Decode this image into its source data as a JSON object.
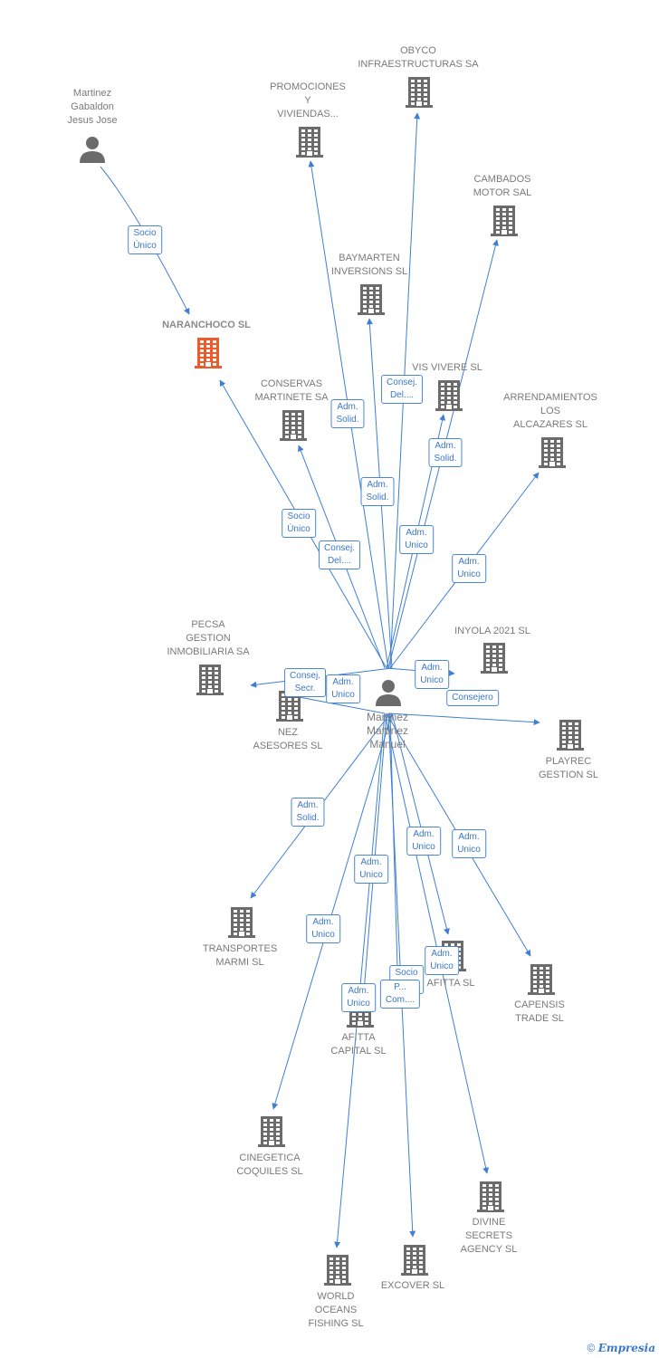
{
  "center": {
    "label": "Martinez\nMartinez\nManuel"
  },
  "nodes": [
    {
      "id": "martinez-gabaldon",
      "kind": "person",
      "label": "Martinez\nGabaldon\nJesus Jose"
    },
    {
      "id": "naranchoco",
      "kind": "focus",
      "label": "NARANCHOCO SL"
    },
    {
      "id": "promociones",
      "kind": "company",
      "label": "PROMOCIONES\nY\nVIVIENDAS..."
    },
    {
      "id": "obyco",
      "kind": "company",
      "label": "OBYCO\nINFRAESTRUCTURAS SA"
    },
    {
      "id": "cambados",
      "kind": "company",
      "label": "CAMBADOS\nMOTOR SAL"
    },
    {
      "id": "baymarten",
      "kind": "company",
      "label": "BAYMARTEN\nINVERSIONS SL"
    },
    {
      "id": "conservas",
      "kind": "company",
      "label": "CONSERVAS\nMARTINETE SA"
    },
    {
      "id": "vis-vivere",
      "kind": "company",
      "label": "VIS VIVERE SL"
    },
    {
      "id": "arrendamientos",
      "kind": "company",
      "label": "ARRENDAMIENTOS\nLOS\nALCAZARES SL"
    },
    {
      "id": "pecsa",
      "kind": "company",
      "label": "PECSA\nGESTION\nINMOBILIARIA SA"
    },
    {
      "id": "inyola",
      "kind": "company",
      "label": "INYOLA 2021 SL"
    },
    {
      "id": "nez-asesores",
      "kind": "company",
      "label": "NEZ\nASESORES SL"
    },
    {
      "id": "playrec",
      "kind": "company",
      "label": "PLAYREC\nGESTION SL"
    },
    {
      "id": "transportes",
      "kind": "company",
      "label": "TRANSPORTES\nMARMI SL"
    },
    {
      "id": "afitta",
      "kind": "company",
      "label": "AFITTA SL"
    },
    {
      "id": "capensis",
      "kind": "company",
      "label": "CAPENSIS\nTRADE SL"
    },
    {
      "id": "afitta-capital",
      "kind": "company",
      "label": "AFITTA\nCAPITAL SL"
    },
    {
      "id": "cinegetica",
      "kind": "company",
      "label": "CINEGETICA\nCOQUILES SL"
    },
    {
      "id": "divine",
      "kind": "company",
      "label": "DIVINE\nSECRETS\nAGENCY SL"
    },
    {
      "id": "excover",
      "kind": "company",
      "label": "EXCOVER SL"
    },
    {
      "id": "world-oceans",
      "kind": "company",
      "label": "WORLD\nOCEANS\nFISHING SL"
    }
  ],
  "relations": [
    {
      "id": "r-gabaldon-naranchoco",
      "from": "martinez-gabaldon",
      "to": "naranchoco",
      "label": "Socio\nÚnico"
    },
    {
      "id": "r-naranchoco",
      "to": "naranchoco",
      "label": "Socio\nÚnico"
    },
    {
      "id": "r-promociones",
      "to": "promociones",
      "label": "Adm.\nSolid."
    },
    {
      "id": "r-obyco",
      "to": "obyco",
      "label": "Consej.\nDel...."
    },
    {
      "id": "r-baymarten",
      "to": "baymarten",
      "label": "Adm.\nSolid."
    },
    {
      "id": "r-conservas",
      "to": "conservas",
      "label": "Consej.\nDel...."
    },
    {
      "id": "r-vis-vivere",
      "to": "vis-vivere",
      "label": "Adm.\nUnico"
    },
    {
      "id": "r-cambados",
      "to": "cambados",
      "label": "Adm.\nSolid."
    },
    {
      "id": "r-arrendamientos",
      "to": "arrendamientos",
      "label": "Adm.\nUnico"
    },
    {
      "id": "r-pecsa",
      "to": "pecsa",
      "label": "Consej.\nSecr."
    },
    {
      "id": "r-nez",
      "to": "nez-asesores",
      "label": "Adm.\nUnico"
    },
    {
      "id": "r-inyola",
      "to": "inyola",
      "label": "Adm.\nUnico"
    },
    {
      "id": "r-playrec",
      "to": "playrec",
      "label": "Consejero"
    },
    {
      "id": "r-transportes",
      "to": "transportes",
      "label": "Adm.\nSolid."
    },
    {
      "id": "r-cinegetica",
      "to": "cinegetica",
      "label": "Adm.\nUnico"
    },
    {
      "id": "r-world",
      "to": "world-oceans",
      "label": "Adm.\nUnico"
    },
    {
      "id": "r-afitta-capital",
      "to": "afitta-capital",
      "label": "Adm.\nUnico"
    },
    {
      "id": "r-excover",
      "to": "excover",
      "label": "Socio\nÚnico"
    },
    {
      "id": "r-excover-2",
      "to": "excover",
      "label": "P...\nCom...."
    },
    {
      "id": "r-afitta",
      "to": "afitta",
      "label": "Adm.\nUnico"
    },
    {
      "id": "r-divine",
      "to": "divine",
      "label": "Adm.\nUnico"
    },
    {
      "id": "r-capensis",
      "to": "capensis",
      "label": "Adm.\nUnico"
    }
  ],
  "colors": {
    "edge": "#3f7fd3",
    "company": "#6b6b6b",
    "focus": "#ee5a2a",
    "person": "#6b6b6b",
    "label": "#7a7a7a"
  },
  "copyright": {
    "symbol": "©",
    "brand": "Empresia"
  }
}
